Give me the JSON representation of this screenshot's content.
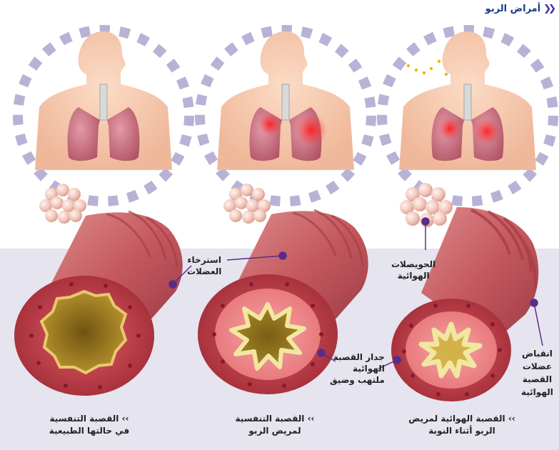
{
  "header": {
    "title": "أمراض الربو",
    "icon": "double-chevron-icon"
  },
  "labels": {
    "muscle_relax": "استرخاء\nالعضلات",
    "alveoli": "الحويصلات\nالهوائية",
    "wall_inflamed": "جدار القصبة\nالهوائية\nملتهب وضيق",
    "muscle_contract": "انقباض\nعضلات\nالقصبة\nالهوائية"
  },
  "captions": {
    "normal": "›› القصبة التنفسية\nفي حالتها الطبيعية",
    "asthma": "›› القصبة التنفسية\nلمريض الربو",
    "attack": "›› القصبة الهوائية لمريض\nالربو أثناء النوبة"
  },
  "colors": {
    "lower_panel": "#e6e4ee",
    "dashed_ring": "#b9b2d6",
    "skin": "#f6c9ae",
    "lung": "#c96f7e",
    "inflamed_spot": "#ff2a2a",
    "airway_wall": "#c85a5f",
    "airway_ring": "#a83e47",
    "lumen_normal": "#8a6a1a",
    "lumen_inflamed": "#f2e7a0",
    "pointer": "#5a2c8a",
    "title": "#1a3a8a"
  }
}
